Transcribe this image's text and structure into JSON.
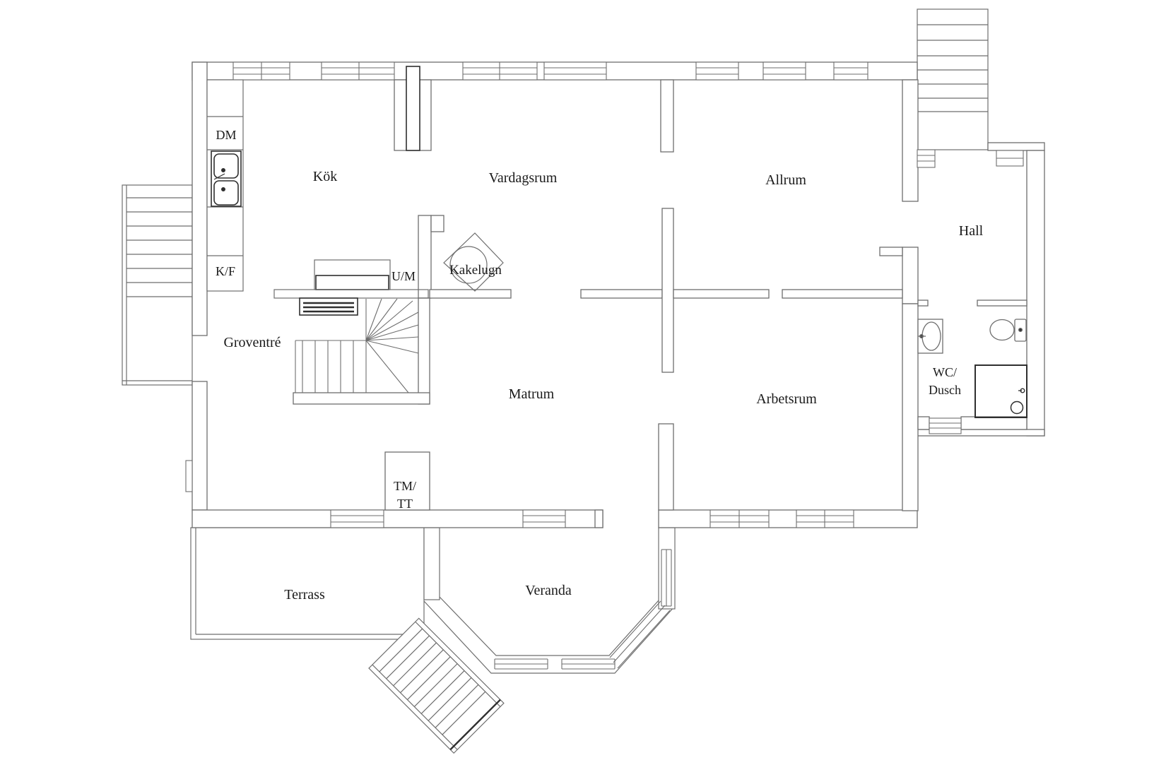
{
  "plan": {
    "type": "floor-plan",
    "language": "Swedish",
    "rooms": [
      {
        "id": "kok",
        "label": "Kök"
      },
      {
        "id": "vardagsrum",
        "label": "Vardagsrum"
      },
      {
        "id": "allrum",
        "label": "Allrum"
      },
      {
        "id": "hall",
        "label": "Hall"
      },
      {
        "id": "groventre",
        "label": "Groventré"
      },
      {
        "id": "matrum",
        "label": "Matrum"
      },
      {
        "id": "arbetsrum",
        "label": "Arbetsrum"
      },
      {
        "id": "wc_dusch",
        "label_line1": "WC/",
        "label_line2": "Dusch"
      },
      {
        "id": "terrass",
        "label": "Terrass"
      },
      {
        "id": "veranda",
        "label": "Veranda"
      }
    ],
    "fixtures": [
      {
        "id": "dm",
        "label": "DM"
      },
      {
        "id": "kf",
        "label": "K/F"
      },
      {
        "id": "um",
        "label": "U/M"
      },
      {
        "id": "tm_tt",
        "label_line1": "TM/",
        "label_line2": "TT"
      },
      {
        "id": "kakelugn",
        "label": "Kakelugn"
      }
    ],
    "colors": {
      "background": "#ffffff",
      "wall_line": "#6e6e6e",
      "dark_line": "#2f2f2f",
      "text": "#1b1b1b"
    }
  }
}
